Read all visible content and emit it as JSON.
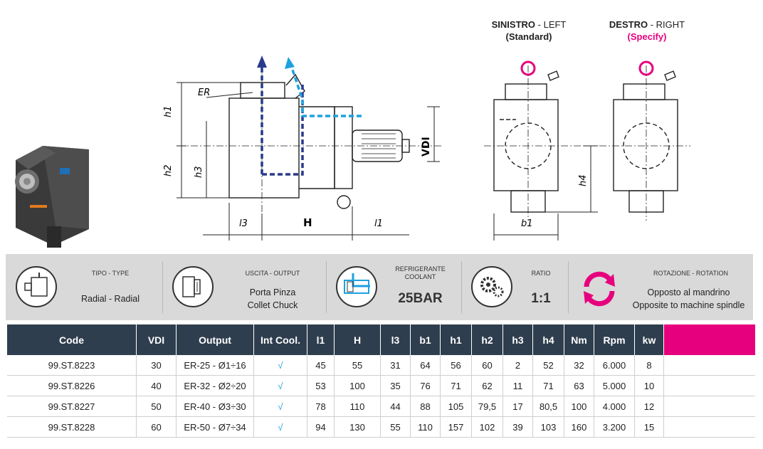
{
  "orientation": {
    "left": {
      "name": "SINISTRO",
      "name_en": " - LEFT",
      "note": "(Standard)"
    },
    "right": {
      "name": "DESTRO",
      "name_en": " - RIGHT",
      "note": "(Specify)"
    }
  },
  "drawing_labels": {
    "er": "ER",
    "h1": "h1",
    "h2": "h2",
    "h3": "h3",
    "vdi": "VDI",
    "l3": "l3",
    "H": "H",
    "l1": "l1",
    "h4": "h4",
    "b1": "b1"
  },
  "colors": {
    "header_bg": "#2f3e4e",
    "accent_pink": "#e6007e",
    "coolant_blue": "#1ea1e0",
    "flow_navy": "#2a3a8c",
    "band_bg": "#d9d9d9"
  },
  "specs": {
    "type": {
      "label": "TIPO - TYPE",
      "value": "Radial - Radial",
      "icon": "radial-tool-icon"
    },
    "output": {
      "label": "USCITA - OUTPUT",
      "value_line1": "Porta Pinza",
      "value_line2": "Collet Chuck",
      "icon": "collet-chuck-icon"
    },
    "coolant": {
      "label_line1": "REFRIGERANTE",
      "label_line2": "COOLANT",
      "value": "25BAR",
      "icon": "coolant-icon"
    },
    "ratio": {
      "label": "RATIO",
      "value": "1:1",
      "icon": "gears-icon"
    },
    "rotation": {
      "label": "ROTAZIONE - ROTATION",
      "value_line1": "Opposto al mandrino",
      "value_line2": "Opposite to machine spindle",
      "icon": "rotation-arrows-icon"
    }
  },
  "table": {
    "headers": [
      "Code",
      "VDI",
      "Output",
      "Int Cool.",
      "l1",
      "H",
      "l3",
      "b1",
      "h1",
      "h2",
      "h3",
      "h4",
      "Nm",
      "Rpm",
      "kw"
    ],
    "rows": [
      [
        "99.ST.8223",
        "30",
        "ER-25 - Ø1÷16",
        "√",
        "45",
        "55",
        "31",
        "64",
        "56",
        "60",
        "2",
        "52",
        "32",
        "6.000",
        "8"
      ],
      [
        "99.ST.8226",
        "40",
        "ER-32 - Ø2÷20",
        "√",
        "53",
        "100",
        "35",
        "76",
        "71",
        "62",
        "11",
        "71",
        "63",
        "5.000",
        "10"
      ],
      [
        "99.ST.8227",
        "50",
        "ER-40 - Ø3÷30",
        "√",
        "78",
        "110",
        "44",
        "88",
        "105",
        "79,5",
        "17",
        "80,5",
        "100",
        "4.000",
        "12"
      ],
      [
        "99.ST.8228",
        "60",
        "ER-50 - Ø7÷34",
        "√",
        "94",
        "130",
        "55",
        "110",
        "157",
        "102",
        "39",
        "103",
        "160",
        "3.200",
        "15"
      ]
    ]
  }
}
